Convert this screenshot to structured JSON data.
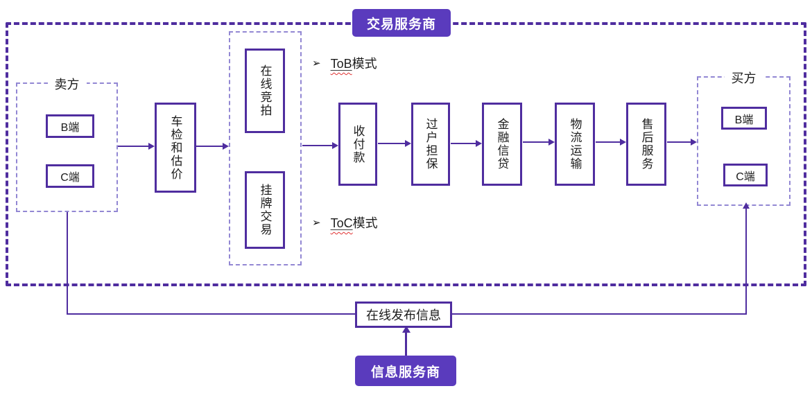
{
  "banners": {
    "top": "交易服务商",
    "bottom": "信息服务商"
  },
  "seller": {
    "title": "卖方",
    "items": [
      {
        "label": "B端"
      },
      {
        "label": "C端"
      }
    ]
  },
  "buyer": {
    "title": "买方",
    "items": [
      {
        "label": "B端"
      },
      {
        "label": "C端"
      }
    ]
  },
  "inspection": {
    "label": "车检和估价"
  },
  "listing": {
    "items": [
      {
        "label": "在线竞拍"
      },
      {
        "label": "挂牌交易"
      }
    ]
  },
  "modes": [
    {
      "bullet": "➢",
      "highlight": "ToB",
      "rest": "模式"
    },
    {
      "bullet": "➢",
      "highlight": "ToC",
      "rest": "模式"
    }
  ],
  "flow": [
    {
      "label": "收付款"
    },
    {
      "label": "过户担保"
    },
    {
      "label": "金融信贷"
    },
    {
      "label": "物流运输"
    },
    {
      "label": "售后服务"
    }
  ],
  "publish": {
    "label": "在线发布信息"
  },
  "colors": {
    "primary": "#4f2d9f",
    "banner_fill": "#5a3bbd",
    "light_dash": "#9287d3",
    "spellcheck_red": "#e03131"
  }
}
